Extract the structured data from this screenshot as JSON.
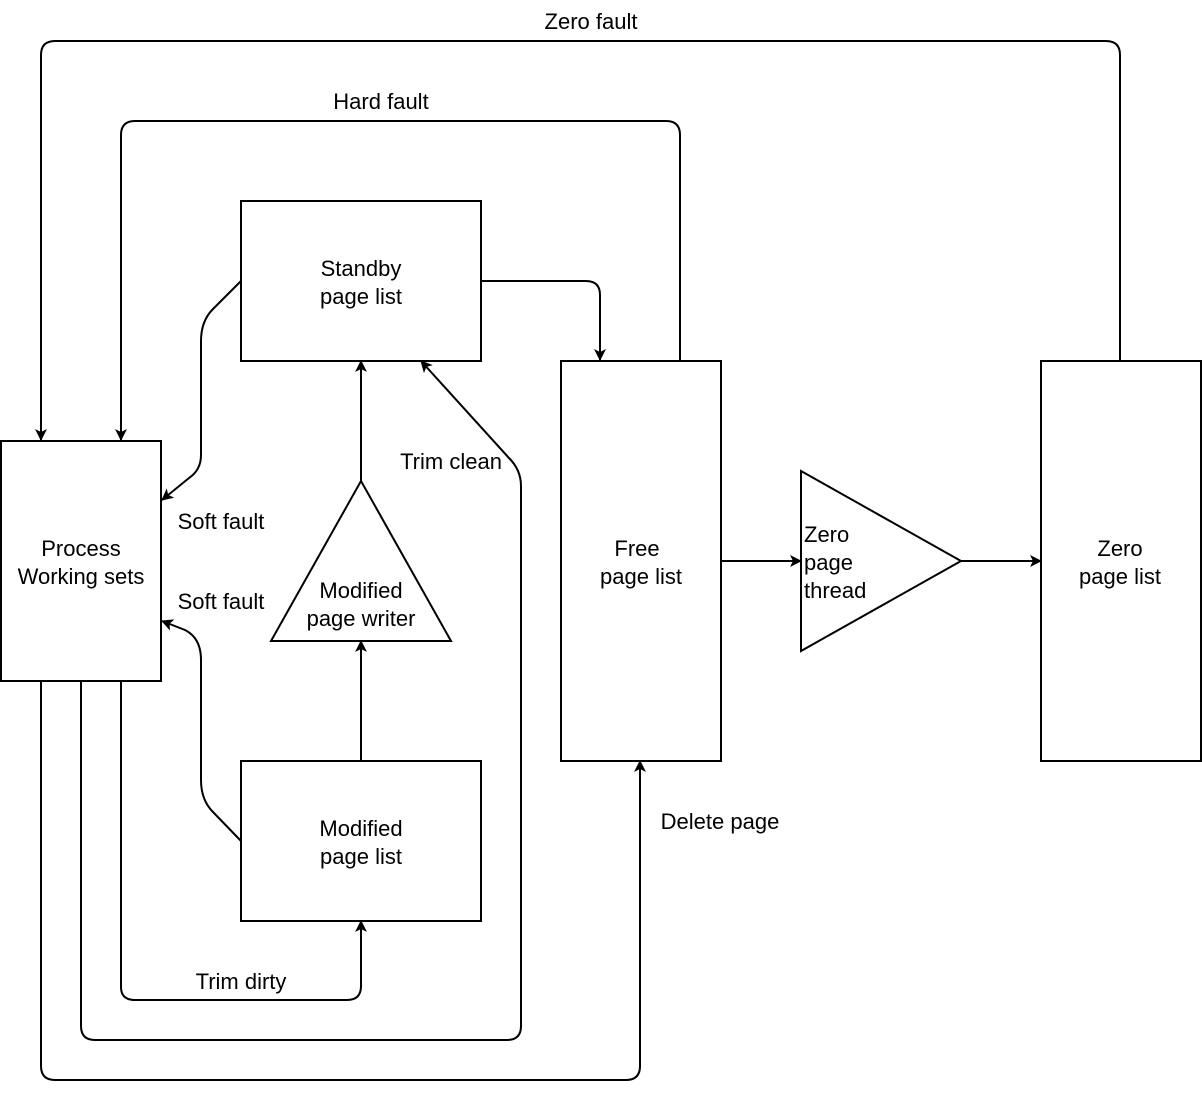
{
  "nodes": {
    "process_working_sets": {
      "lines": [
        "Process",
        "Working sets"
      ]
    },
    "standby_page_list": {
      "lines": [
        "Standby",
        "page list"
      ]
    },
    "modified_page_writer": {
      "lines": [
        "Modified",
        "page writer"
      ]
    },
    "modified_page_list": {
      "lines": [
        "Modified",
        "page list"
      ]
    },
    "free_page_list": {
      "lines": [
        "Free",
        "page list"
      ]
    },
    "zero_page_thread": {
      "lines": [
        "Zero",
        "page",
        "thread"
      ]
    },
    "zero_page_list": {
      "lines": [
        "Zero",
        "page list"
      ]
    }
  },
  "edge_labels": {
    "zero_fault": "Zero fault",
    "hard_fault": "Hard fault",
    "trim_clean": "Trim clean",
    "soft_fault_standby": "Soft fault",
    "soft_fault_modified": "Soft fault",
    "delete_page": "Delete page",
    "trim_dirty": "Trim dirty"
  },
  "colors": {
    "stroke": "#000000",
    "fill": "#ffffff",
    "text": "#000000"
  }
}
